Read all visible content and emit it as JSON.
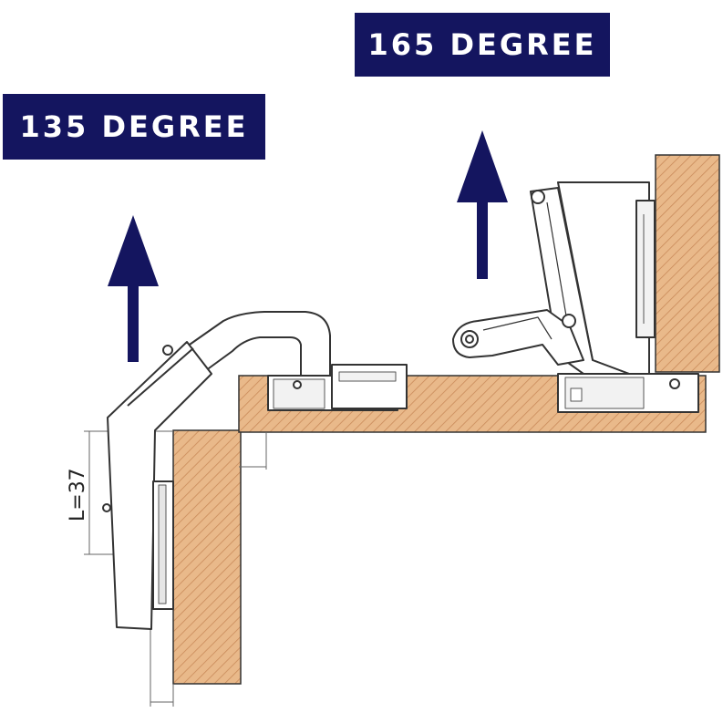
{
  "labels": {
    "left_angle": "135 DEGREE",
    "right_angle": "165 DEGREE",
    "dimension": "L=37"
  },
  "icons": {
    "arrow": "up-arrow-icon"
  },
  "colors": {
    "banner_bg": "#14155f",
    "banner_text": "#ffffff",
    "arrow": "#14155f",
    "wood": "#e9b98a",
    "wood_hatch": "#c98a5a",
    "outline": "#333333"
  }
}
